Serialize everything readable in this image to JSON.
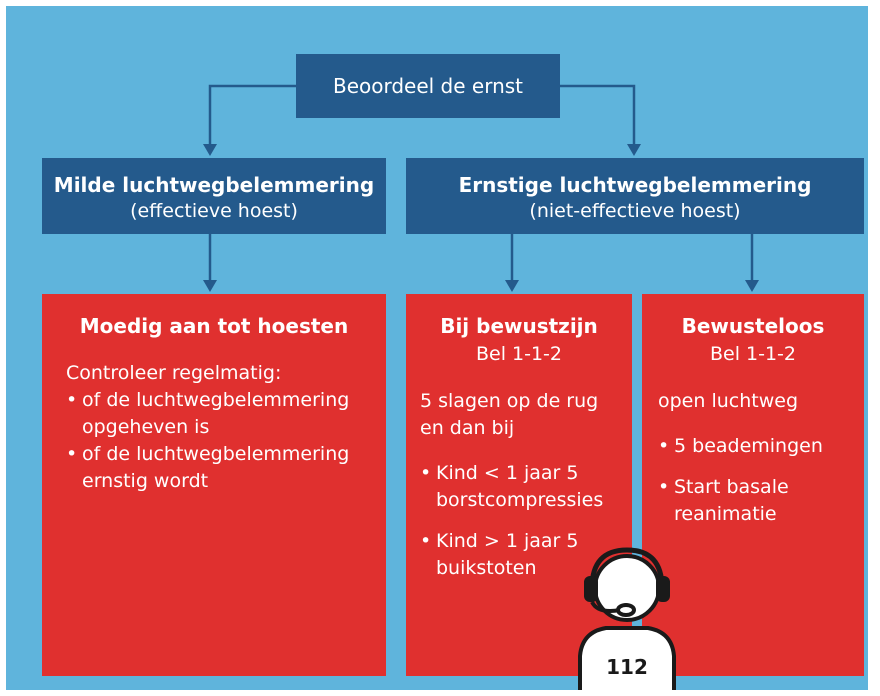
{
  "top": {
    "label": "Beoordeel de ernst"
  },
  "left_branch": {
    "title": "Milde luchtwegbelemmering",
    "subtitle": "(effectieve hoest)"
  },
  "right_branch": {
    "title": "Ernstige luchtwegbelemmering",
    "subtitle": "(niet-effectieve hoest)"
  },
  "panel_mild": {
    "title": "Moedig aan tot hoesten",
    "intro": "Controleer regelmatig:",
    "items": [
      "of de luchtwegbelemmering opgeheven is",
      "of de luchtwegbelemmering ernstig wordt"
    ]
  },
  "panel_conscious": {
    "title": "Bij bewustzijn",
    "call": "Bel 1-1-2",
    "intro": "5 slagen op de rug en dan bij",
    "items": [
      "Kind < 1 jaar 5 borstcompressies",
      "Kind > 1 jaar 5 buikstoten"
    ]
  },
  "panel_unconscious": {
    "title": "Bewusteloos",
    "call": "Bel 1-1-2",
    "intro": "open luchtweg",
    "items": [
      "5 beademingen",
      "Start basale reanimatie"
    ]
  },
  "agent_badge": "112",
  "colors": {
    "background": "#5fb4dc",
    "navy": "#245a8c",
    "red": "#e0302f",
    "arrow": "#245a8c"
  }
}
